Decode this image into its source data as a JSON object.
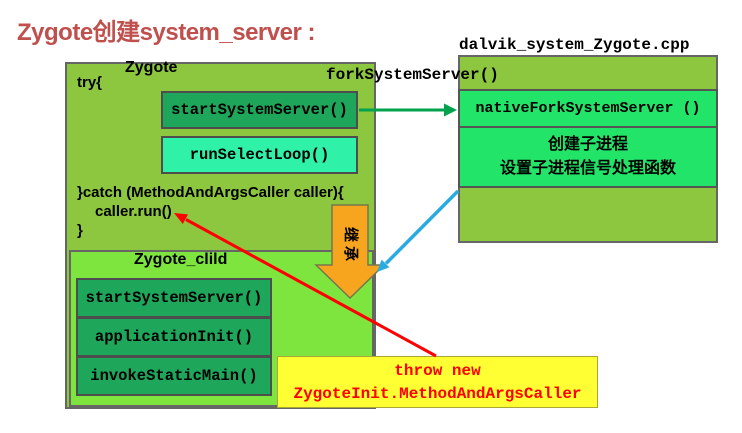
{
  "title": "Zygote创建system_server :",
  "zygote_box": {
    "label": "Zygote",
    "try_open": "try{",
    "methods": [
      "startSystemServer()",
      "runSelectLoop()"
    ],
    "catch_line": "}catch (MethodAndArgsCaller caller){",
    "caller_run": "caller.run()",
    "brace_close": "}"
  },
  "child_box": {
    "label": "Zygote_clild",
    "methods": [
      "startSystemServer()",
      "applicationInit()",
      "invokeStaticMain()"
    ]
  },
  "right_panel": {
    "file_label": "dalvik_system_Zygote.cpp",
    "fork_label": "forkSystemServer()",
    "native_method": "nativeForkSystemServer ()",
    "note_line1": "创建子进程",
    "note_line2": "设置子进程信号处理函数"
  },
  "throw_note": {
    "line1": "throw new",
    "line2": "ZygoteInit.MethodAndArgsCaller"
  },
  "inherit_label": "继承",
  "colors": {
    "title_red": "#C0504D",
    "panel_green": "#8DC63F",
    "child_green": "#7EE53F",
    "method_green": "#1EA75A",
    "mint_green": "#30F1A8",
    "native_green": "#21E468",
    "note_yellow": "#FFFF33",
    "note_text_red": "#FF0000",
    "inherit_orange": "#F7A51F",
    "arrow_green": "#00A24D",
    "arrow_blue": "#29ABE2",
    "arrow_red": "#FF0000"
  }
}
